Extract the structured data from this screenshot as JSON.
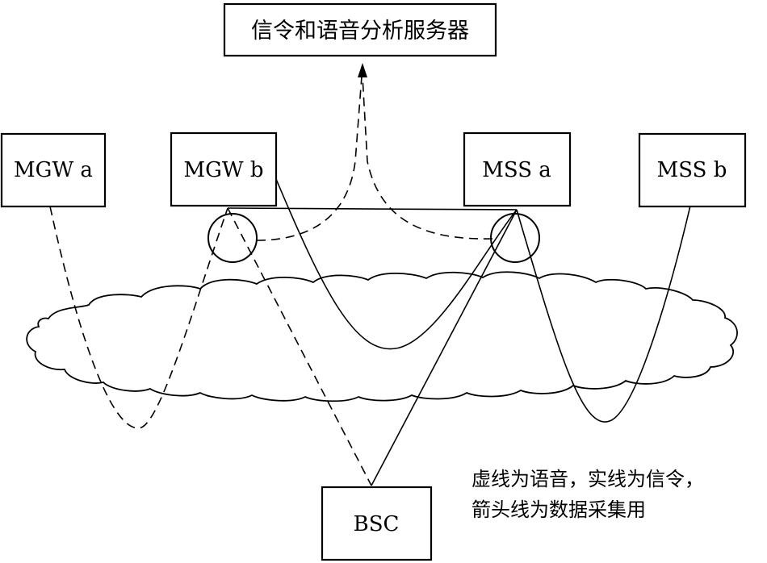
{
  "nodes": {
    "server": "信令和语音分析服务器",
    "mgw_a": "MGW a",
    "mgw_b": "MGW b",
    "mss_a": "MSS a",
    "mss_b": "MSS b",
    "bsc": "BSC"
  },
  "legend": {
    "line1": "虚线为语音，实线为信令，",
    "line2": "箭头线为数据采集用"
  }
}
